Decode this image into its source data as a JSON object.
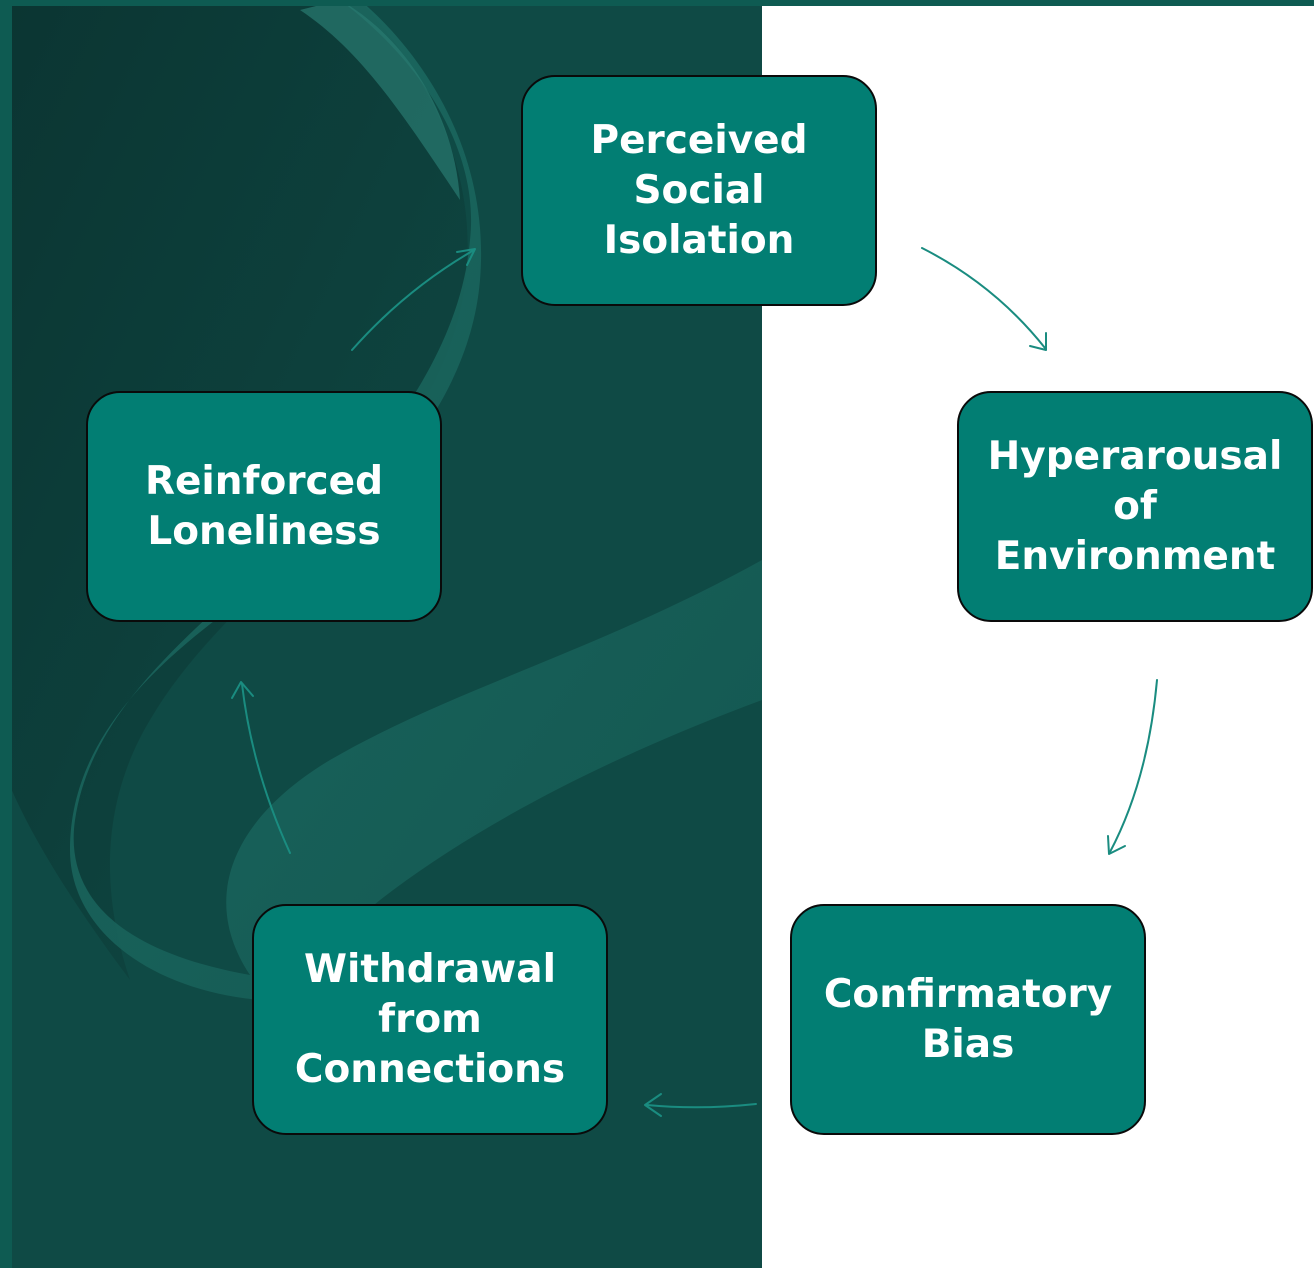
{
  "diagram": {
    "type": "cycle",
    "nodes": [
      {
        "id": "perceived-social-isolation",
        "label": "Perceived\nSocial\nIsolation"
      },
      {
        "id": "hyperarousal-of-environment",
        "label": "Hyperarousal\nof\nEnvironment"
      },
      {
        "id": "confirmatory-bias",
        "label": "Confirmatory\nBias"
      },
      {
        "id": "withdrawal-from-connections",
        "label": "Withdrawal\nfrom\nConnections"
      },
      {
        "id": "reinforced-loneliness",
        "label": "Reinforced\nLoneliness"
      }
    ],
    "edges": [
      {
        "from": "perceived-social-isolation",
        "to": "hyperarousal-of-environment"
      },
      {
        "from": "hyperarousal-of-environment",
        "to": "confirmatory-bias"
      },
      {
        "from": "confirmatory-bias",
        "to": "withdrawal-from-connections"
      },
      {
        "from": "withdrawal-from-connections",
        "to": "reinforced-loneliness"
      },
      {
        "from": "reinforced-loneliness",
        "to": "perceived-social-isolation"
      }
    ]
  },
  "colors": {
    "node_fill": "#027e73",
    "node_border": "#0a0a0a",
    "node_text": "#ffffff",
    "arrow": "#1a8c80",
    "panel_dark": "#0f4a45",
    "background": "#ffffff"
  }
}
